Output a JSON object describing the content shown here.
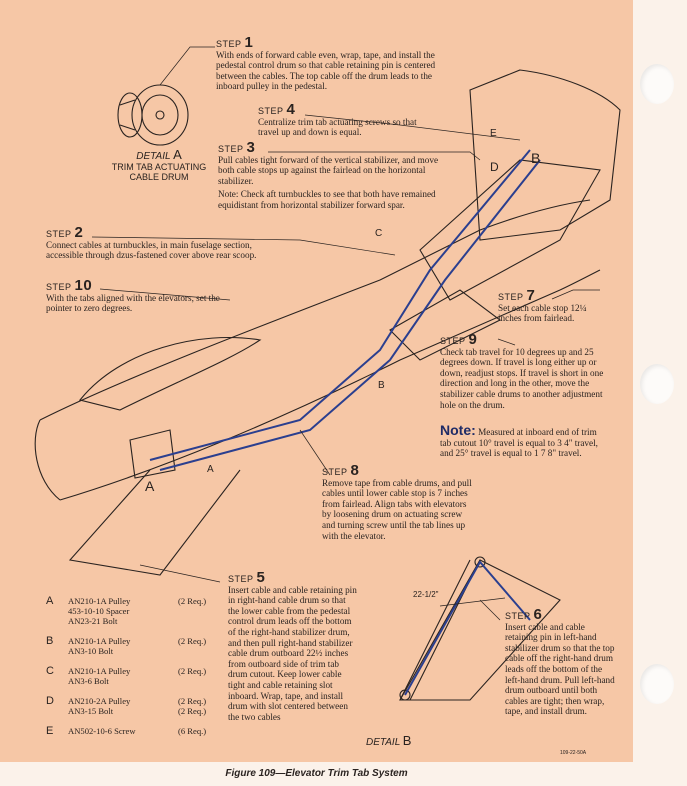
{
  "steps": {
    "s1": {
      "head": "STEP",
      "num": "1",
      "text": "With ends of forward cable even, wrap, tape, and install the pedestal control drum so that cable retaining pin is centered between the cables. The top cable off the drum leads to the inboard pulley in the pedestal."
    },
    "s4": {
      "head": "STEP",
      "num": "4",
      "text": "Centralize trim tab actuating screws so that travel up and down is equal."
    },
    "s3": {
      "head": "STEP",
      "num": "3",
      "text": "Pull cables tight forward of the vertical stabilizer, and move both cable stops up against the fairlead on the horizontal stabilizer.",
      "note": "Note: Check aft turnbuckles to see that both have remained equidistant from horizontal stabilizer forward spar."
    },
    "s2": {
      "head": "STEP",
      "num": "2",
      "text": "Connect cables at turnbuckles, in main fuselage section, accessible through dzus-fastened cover above rear scoop."
    },
    "s10": {
      "head": "STEP",
      "num": "10",
      "text": "With the tabs aligned with the elevators, set the pointer to zero degrees."
    },
    "s7": {
      "head": "STEP",
      "num": "7",
      "text": "Set each cable stop 12¼ inches from fairlead."
    },
    "s9": {
      "head": "STEP",
      "num": "9",
      "text": "Check tab travel for 10 degrees up and 25 degrees down. If travel is long either up or down, readjust stops. If travel is short in one direction and long in the other, move the stabilizer cable drums to another adjustment hole on the drum."
    },
    "s8": {
      "head": "STEP",
      "num": "8",
      "text": "Remove tape from cable drums, and pull cables until lower cable stop is 7 inches from fairlead. Align tabs with elevators by loosening drum on actuating screw and turning screw until the tab lines up with the elevator."
    },
    "s5": {
      "head": "STEP",
      "num": "5",
      "text": "Insert cable and cable retaining pin in right-hand cable drum so that the lower cable from the pedestal control drum leads off the bottom of the right-hand stabilizer drum, and then pull right-hand stabilizer cable drum outboard 22½ inches from outboard side of trim tab drum cutout. Keep lower cable tight and cable retaining slot inboard. Wrap, tape, and install drum with slot centered between the two cables"
    },
    "s6": {
      "head": "STEP",
      "num": "6",
      "text": "Insert cable and cable retaining pin in left-hand stabilizer drum so that the top cable off the right-hand drum leads off the bottom of the left-hand drum. Pull left-hand drum outboard until both cables are tight; then wrap, tape, and install drum."
    }
  },
  "note": {
    "head": "Note:",
    "text": "Measured at inboard end of trim tab cutout 10° travel is equal to 3 4\" travel, and 25° travel is equal to 1 7 8\" travel."
  },
  "detail_a": {
    "prefix": "DETAIL",
    "letter": "A",
    "line1": "TRIM TAB ACTUATING",
    "line2": "CABLE DRUM"
  },
  "detail_b": {
    "prefix": "DETAIL",
    "letter": "B"
  },
  "dimension": "22-1/2\"",
  "callouts": {
    "a": "A",
    "a2": "A",
    "b": "B",
    "b2": "B",
    "c": "C",
    "d": "D",
    "e": "E"
  },
  "parts": [
    {
      "letter": "A",
      "items": [
        "AN210-1A Pulley",
        "453-10-10 Spacer",
        "AN23-21 Bolt"
      ],
      "req": [
        "(2 Req.)",
        "",
        ""
      ]
    },
    {
      "letter": "B",
      "items": [
        "AN210-1A Pulley",
        "AN3-10 Bolt"
      ],
      "req": [
        "(2 Req.)",
        ""
      ]
    },
    {
      "letter": "C",
      "items": [
        "AN210-1A Pulley",
        "AN3-6 Bolt"
      ],
      "req": [
        "(2 Req.)",
        ""
      ]
    },
    {
      "letter": "D",
      "items": [
        "AN210-2A Pulley",
        "AN3-15 Bolt"
      ],
      "req": [
        "(2 Req.)",
        "(2 Req.)"
      ]
    },
    {
      "letter": "E",
      "items": [
        "AN502-10-6 Screw"
      ],
      "req": [
        "(6 Req.)"
      ]
    }
  ],
  "doc_id": "109-22-50A",
  "caption": "Figure 109—Elevator Trim Tab System",
  "colors": {
    "paper": "#f6c7a6",
    "cable": "#2b3f8f",
    "ink": "#2a2320"
  }
}
